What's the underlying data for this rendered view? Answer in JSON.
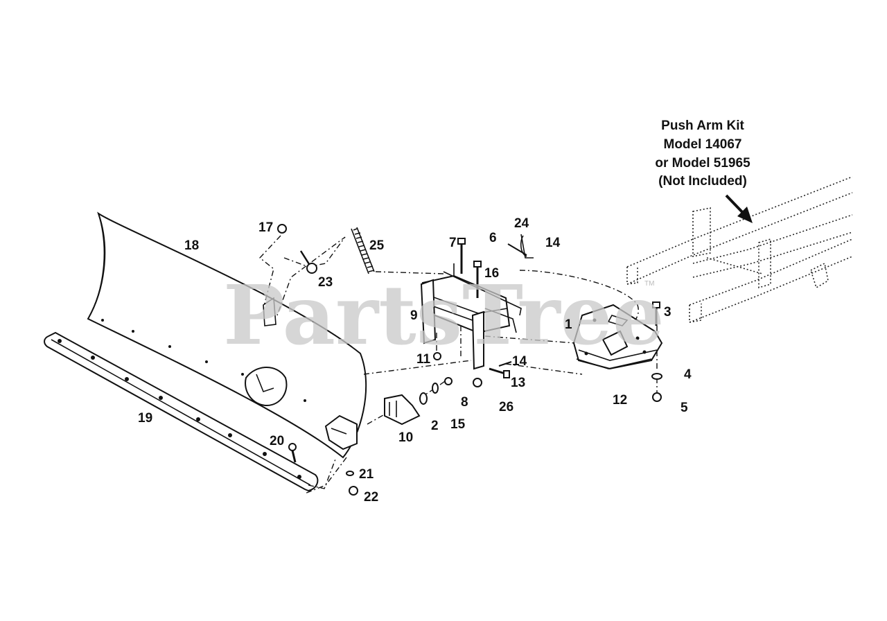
{
  "watermark": {
    "text": "PartsTree",
    "tm": "TM"
  },
  "callout": {
    "lines": [
      "Push Arm Kit",
      "Model 14067",
      "or Model 51965",
      "(Not Included)"
    ]
  },
  "parts": [
    {
      "id": "p1",
      "label": "1"
    },
    {
      "id": "p2",
      "label": "2"
    },
    {
      "id": "p3",
      "label": "3"
    },
    {
      "id": "p4",
      "label": "4"
    },
    {
      "id": "p5",
      "label": "5"
    },
    {
      "id": "p6",
      "label": "6"
    },
    {
      "id": "p7",
      "label": "7"
    },
    {
      "id": "p8",
      "label": "8"
    },
    {
      "id": "p9",
      "label": "9"
    },
    {
      "id": "p10",
      "label": "10"
    },
    {
      "id": "p11",
      "label": "11"
    },
    {
      "id": "p12",
      "label": "12"
    },
    {
      "id": "p13",
      "label": "13"
    },
    {
      "id": "p14a",
      "label": "14"
    },
    {
      "id": "p14b",
      "label": "14"
    },
    {
      "id": "p15",
      "label": "15"
    },
    {
      "id": "p16",
      "label": "16"
    },
    {
      "id": "p17",
      "label": "17"
    },
    {
      "id": "p18",
      "label": "18"
    },
    {
      "id": "p19",
      "label": "19"
    },
    {
      "id": "p20",
      "label": "20"
    },
    {
      "id": "p21",
      "label": "21"
    },
    {
      "id": "p22",
      "label": "22"
    },
    {
      "id": "p23",
      "label": "23"
    },
    {
      "id": "p24",
      "label": "24"
    },
    {
      "id": "p25",
      "label": "25"
    },
    {
      "id": "p26",
      "label": "26"
    }
  ]
}
